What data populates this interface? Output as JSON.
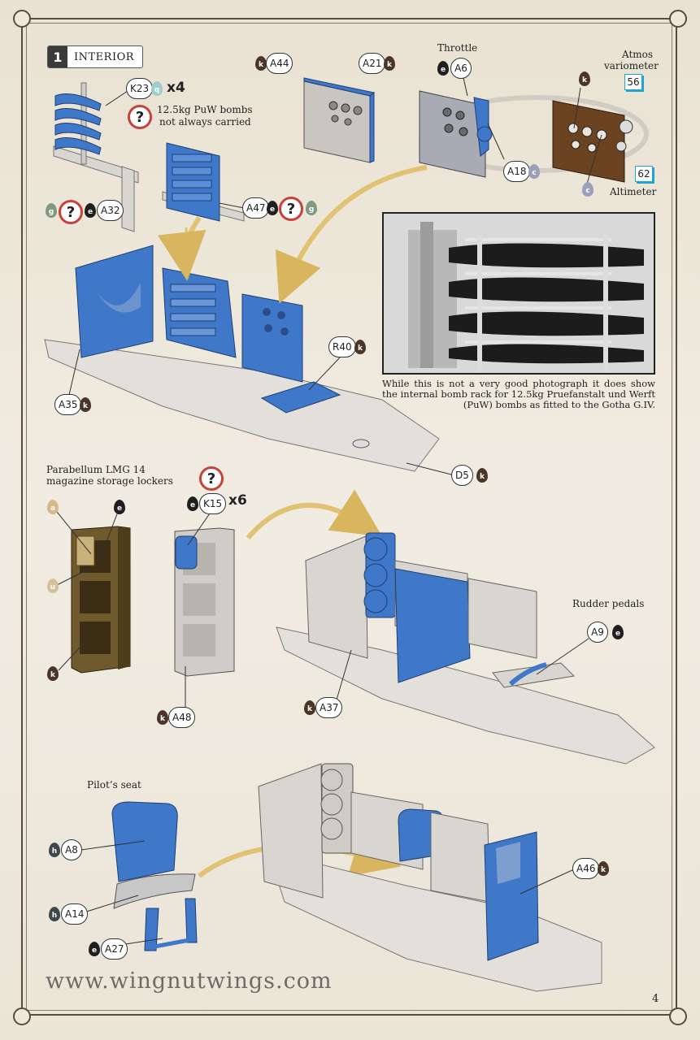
{
  "step": {
    "number": "1",
    "title": "INTERIOR"
  },
  "callouts": {
    "k23": "K23",
    "a44": "A44",
    "a21": "A21",
    "a6": "A6",
    "a18": "A18",
    "a32": "A32",
    "a47": "A47",
    "r40": "R40",
    "a35": "A35",
    "d5": "D5",
    "k15": "K15",
    "a48": "A48",
    "a9": "A9",
    "a37": "A37",
    "a8": "A8",
    "a14": "A14",
    "a27": "A27",
    "a46": "A46"
  },
  "color_codes": {
    "k": "k",
    "e": "e",
    "h": "h",
    "g": "g",
    "q": "q",
    "c": "c",
    "a": "a",
    "u": "u"
  },
  "color_boxes": {
    "variometer": "56",
    "altimeter": "62"
  },
  "multipliers": {
    "bombs": "x4",
    "lockers": "x6"
  },
  "optional_mark": "?",
  "labels": {
    "bombs_note_1": "12.5kg PuW bombs",
    "bombs_note_2": "not always carried",
    "throttle": "Throttle",
    "atmos_1": "Atmos",
    "atmos_2": "variometer",
    "altimeter": "Altimeter",
    "lockers_1": "Parabellum LMG 14",
    "lockers_2": "magazine storage lockers",
    "rudder_pedals": "Rudder pedals",
    "pilot_seat": "Pilot’s seat"
  },
  "photo_caption": "While this is not a very good photograph it does show the internal bomb rack for 12.5kg Pruefanstalt und Werft (PuW) bombs as fitted to the Gotha G.IV.",
  "website": "www.wingnutwings.com",
  "page_number": "4",
  "colors": {
    "part_blue": "#3f78c9",
    "plain_grey": "#d7d4cf",
    "brown_panel": "#6b4320",
    "leather": "#6e5a2c",
    "frame": "#5a4b3c",
    "arrow": "#e1c172",
    "question_red": "#c8413a"
  }
}
